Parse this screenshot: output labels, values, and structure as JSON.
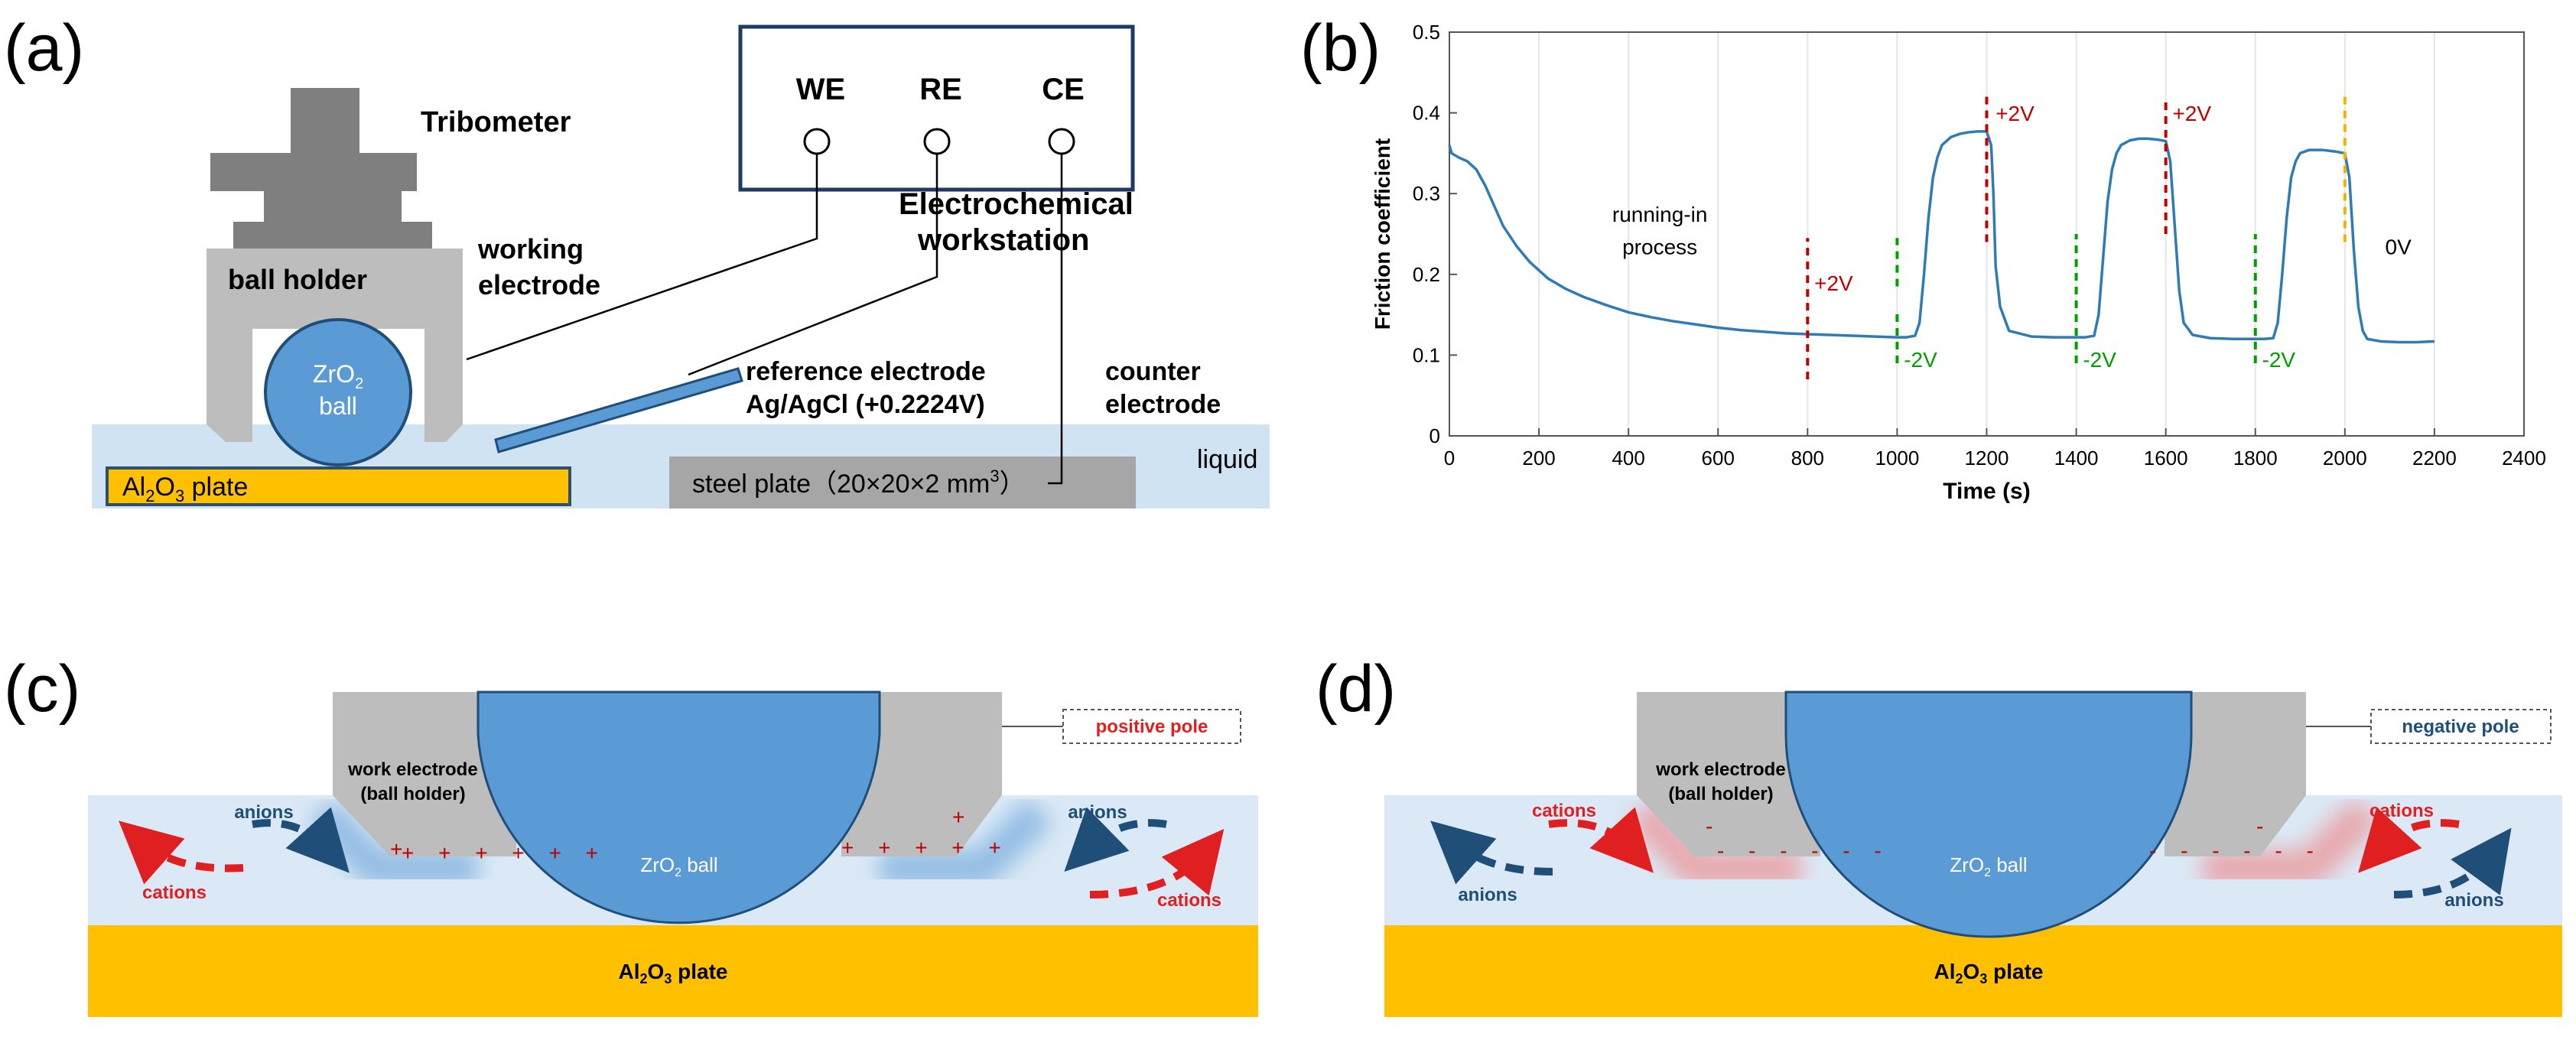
{
  "panel_a": {
    "label": "(a)",
    "tribometer": "Tribometer",
    "ball_holder": "ball holder",
    "working_electrode": [
      "working",
      "electrode"
    ],
    "ball_line1": "ZrO",
    "ball_sub": "2",
    "ball_line2": "ball",
    "ws_terminals": [
      "WE",
      "RE",
      "CE"
    ],
    "workstation": [
      "Electrochemical",
      "workstation"
    ],
    "reference_electrode": [
      "reference electrode",
      "Ag/AgCl (+0.2224V)"
    ],
    "counter_electrode": [
      "counter",
      "electrode"
    ],
    "liquid": "liquid",
    "al_plate": {
      "pre": "Al",
      "sub": "2",
      "mid": "O",
      "sub2": "3",
      "post": " plate"
    },
    "steel_plate": {
      "text": "steel plate（20×20×2 mm",
      "sup": "3",
      "close": "）"
    }
  },
  "panel_b": {
    "label": "(b)",
    "annotations": {
      "running_in": [
        "running-in",
        "process"
      ],
      "plus2v": "+2V",
      "minus2v": "-2V",
      "zerov": "0V"
    }
  },
  "chart_data": {
    "type": "line",
    "xlabel": "Time (s)",
    "ylabel": "Friction coefficient",
    "xlim": [
      0,
      2400
    ],
    "ylim": [
      0,
      0.5
    ],
    "xticks": [
      0,
      200,
      400,
      600,
      800,
      1000,
      1200,
      1400,
      1600,
      1800,
      2000,
      2200,
      2400
    ],
    "yticks": [
      0,
      0.1,
      0.2,
      0.3,
      0.4,
      0.5
    ],
    "grid": "vertical",
    "color": "#2e7bb6",
    "series": [
      {
        "x": [
          0,
          5,
          20,
          40,
          60,
          80,
          100,
          120,
          150,
          180,
          220,
          260,
          300,
          350,
          400,
          450,
          500,
          550,
          600,
          650,
          700,
          750,
          800,
          850,
          900,
          950,
          1000,
          1020,
          1040,
          1050,
          1060,
          1070,
          1080,
          1090,
          1100,
          1120,
          1140,
          1160,
          1180,
          1200,
          1210,
          1215,
          1220,
          1230,
          1250,
          1300,
          1350,
          1400,
          1420,
          1440,
          1450,
          1460,
          1470,
          1480,
          1490,
          1500,
          1520,
          1540,
          1560,
          1580,
          1600,
          1610,
          1620,
          1630,
          1640,
          1660,
          1700,
          1750,
          1800,
          1820,
          1840,
          1850,
          1860,
          1870,
          1880,
          1890,
          1900,
          1920,
          1950,
          1980,
          2000,
          2010,
          2020,
          2030,
          2040,
          2050,
          2080,
          2120,
          2160,
          2200
        ],
        "y": [
          0.36,
          0.35,
          0.345,
          0.34,
          0.33,
          0.31,
          0.285,
          0.26,
          0.235,
          0.215,
          0.195,
          0.182,
          0.172,
          0.162,
          0.153,
          0.147,
          0.142,
          0.138,
          0.134,
          0.131,
          0.129,
          0.127,
          0.126,
          0.125,
          0.124,
          0.123,
          0.122,
          0.122,
          0.124,
          0.14,
          0.2,
          0.27,
          0.32,
          0.345,
          0.36,
          0.37,
          0.374,
          0.376,
          0.377,
          0.377,
          0.36,
          0.3,
          0.21,
          0.16,
          0.13,
          0.123,
          0.122,
          0.122,
          0.122,
          0.124,
          0.15,
          0.22,
          0.29,
          0.33,
          0.35,
          0.36,
          0.366,
          0.368,
          0.368,
          0.367,
          0.365,
          0.34,
          0.26,
          0.18,
          0.14,
          0.125,
          0.121,
          0.12,
          0.12,
          0.12,
          0.121,
          0.14,
          0.2,
          0.27,
          0.32,
          0.34,
          0.35,
          0.354,
          0.354,
          0.352,
          0.35,
          0.32,
          0.23,
          0.16,
          0.13,
          0.12,
          0.117,
          0.116,
          0.116,
          0.117
        ]
      }
    ]
  },
  "panel_c": {
    "label": "(c)",
    "pole": "positive pole",
    "holder": [
      "work electrode",
      "(ball holder)"
    ],
    "ions_in": "anions",
    "ions_out": "cations",
    "ball": {
      "pre": "ZrO",
      "sub": "2",
      "post": " ball"
    },
    "plate": {
      "pre": "Al",
      "sub": "2",
      "mid": "O",
      "sub2": "3",
      "post": " plate"
    }
  },
  "panel_d": {
    "label": "(d)",
    "pole": "negative pole",
    "holder": [
      "work electrode",
      "(ball holder)"
    ],
    "ions_in": "cations",
    "ions_out": "anions",
    "ball": {
      "pre": "ZrO",
      "sub": "2",
      "post": " ball"
    },
    "plate": {
      "pre": "Al",
      "sub": "2",
      "mid": "O",
      "sub2": "3",
      "post": " plate"
    }
  },
  "colors": {
    "liquid": "#cfe3f2",
    "ball": "#5b9bd5",
    "holder_gray": "#bdbdbd",
    "tribometer_gray": "#7f7f7f",
    "al_plate": "#ffc000",
    "steel_plate": "#a6a6a6",
    "anion_blue": "#1f4e79",
    "cation_red": "#e02020",
    "plus_red": "#c00000",
    "minus_green": "#00a000",
    "zero_orange": "#f0b400"
  }
}
